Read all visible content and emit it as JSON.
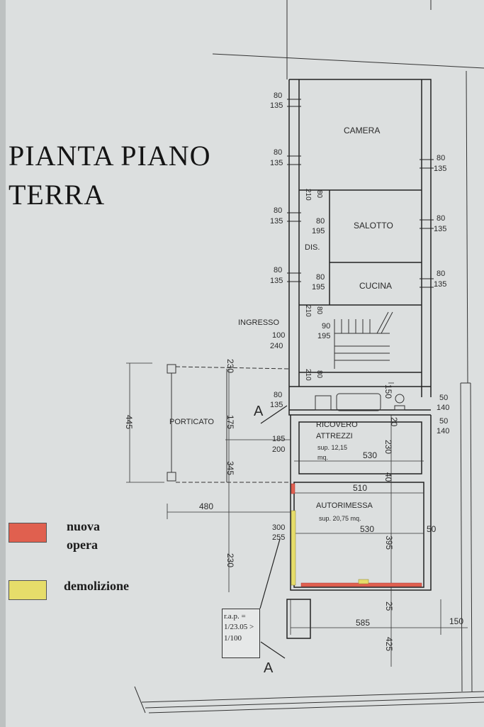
{
  "title": {
    "line1": "PIANTA PIANO",
    "line2": "TERRA"
  },
  "rooms": {
    "camera": "CAMERA",
    "salotto": "SALOTTO",
    "cucina": "CUCINA",
    "dis": "DIS.",
    "ingresso": "INGRESSO",
    "porticato": "PORTICATO",
    "ricovero_line1": "RICOVERO",
    "ricovero_line2": "ATTREZZI",
    "ricovero_sup_line1": "sup. 12,15",
    "ricovero_sup_line2": "mq.",
    "autorimessa": "AUTORIMESSA",
    "autorimessa_sup": "sup. 20,75 mq."
  },
  "openings": {
    "o1": {
      "w": "80",
      "h": "135"
    },
    "o2": {
      "w": "80",
      "h": "135"
    },
    "o3": {
      "w": "80",
      "h": "135"
    },
    "o4": {
      "w": "80",
      "h": "135"
    },
    "o5": {
      "w": "80",
      "h": "135"
    },
    "o6": {
      "w": "80",
      "h": "135"
    },
    "o7": {
      "w": "80",
      "h": "135"
    },
    "o8": {
      "w": "80",
      "h": "195"
    },
    "o9": {
      "w": "80",
      "h": "195"
    },
    "o10": {
      "w": "90",
      "h": "195"
    },
    "o11": {
      "w": "100",
      "h": "240"
    },
    "o12": {
      "w": "80",
      "h": "135"
    },
    "o13": {
      "w": "50",
      "h": "140"
    },
    "o14": {
      "w": "50",
      "h": "140"
    },
    "o15": {
      "w": "185",
      "h": "200"
    },
    "o16": {
      "w": "300",
      "h": "255"
    },
    "d1": {
      "w": "80",
      "h": "210"
    },
    "d2": {
      "w": "80",
      "h": "210"
    },
    "d3": {
      "w": "80",
      "h": "210"
    }
  },
  "dims": {
    "d445": "445",
    "d480": "480",
    "d230a": "230",
    "d175": "175",
    "d345": "345",
    "d230b": "230",
    "d530a": "530",
    "d230c": "230",
    "d40": "40",
    "d20": "20",
    "d150a": "150",
    "d510": "510",
    "d530b": "530",
    "d50": "50",
    "d395": "395",
    "d25": "25",
    "d585": "585",
    "d150b": "150",
    "d425": "425"
  },
  "section_marks": {
    "top": "A",
    "bottom": "A"
  },
  "legend": {
    "nuova_line1": "nuova",
    "nuova_line2": "opera",
    "demolizione": "demolizione",
    "nuova_color": "#e0604f",
    "demolizione_color": "#e6dd6a"
  },
  "scale_box": {
    "line1": "r.a.p. =",
    "line2": "1/23.05 >",
    "line3": "1/100"
  }
}
